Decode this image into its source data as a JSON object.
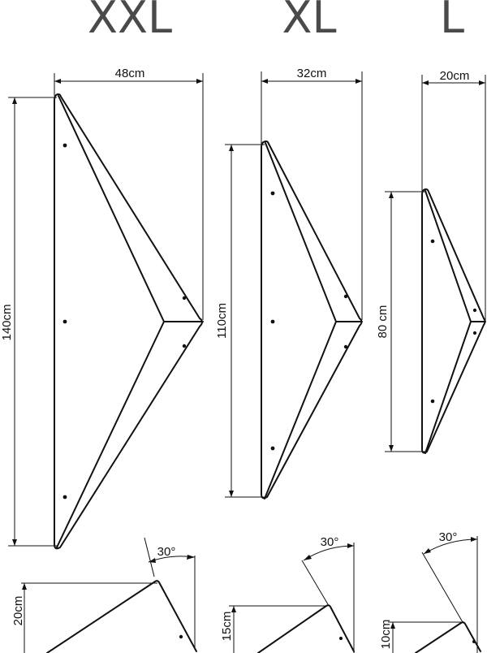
{
  "sizes": [
    {
      "title": "XXL",
      "width_label": "48cm",
      "height_label": "140cm",
      "depth_label": "20cm",
      "angle_label": "30°"
    },
    {
      "title": "XL",
      "width_label": "32cm",
      "height_label": "110cm",
      "depth_label": "15cm",
      "angle_label": "30°"
    },
    {
      "title": "L",
      "width_label": "20cm",
      "height_label": "80 cm",
      "depth_label": "10cm",
      "angle_label": "30°"
    }
  ],
  "colors": {
    "title": "#4a4a4a",
    "line": "#111111",
    "background": "#ffffff"
  }
}
